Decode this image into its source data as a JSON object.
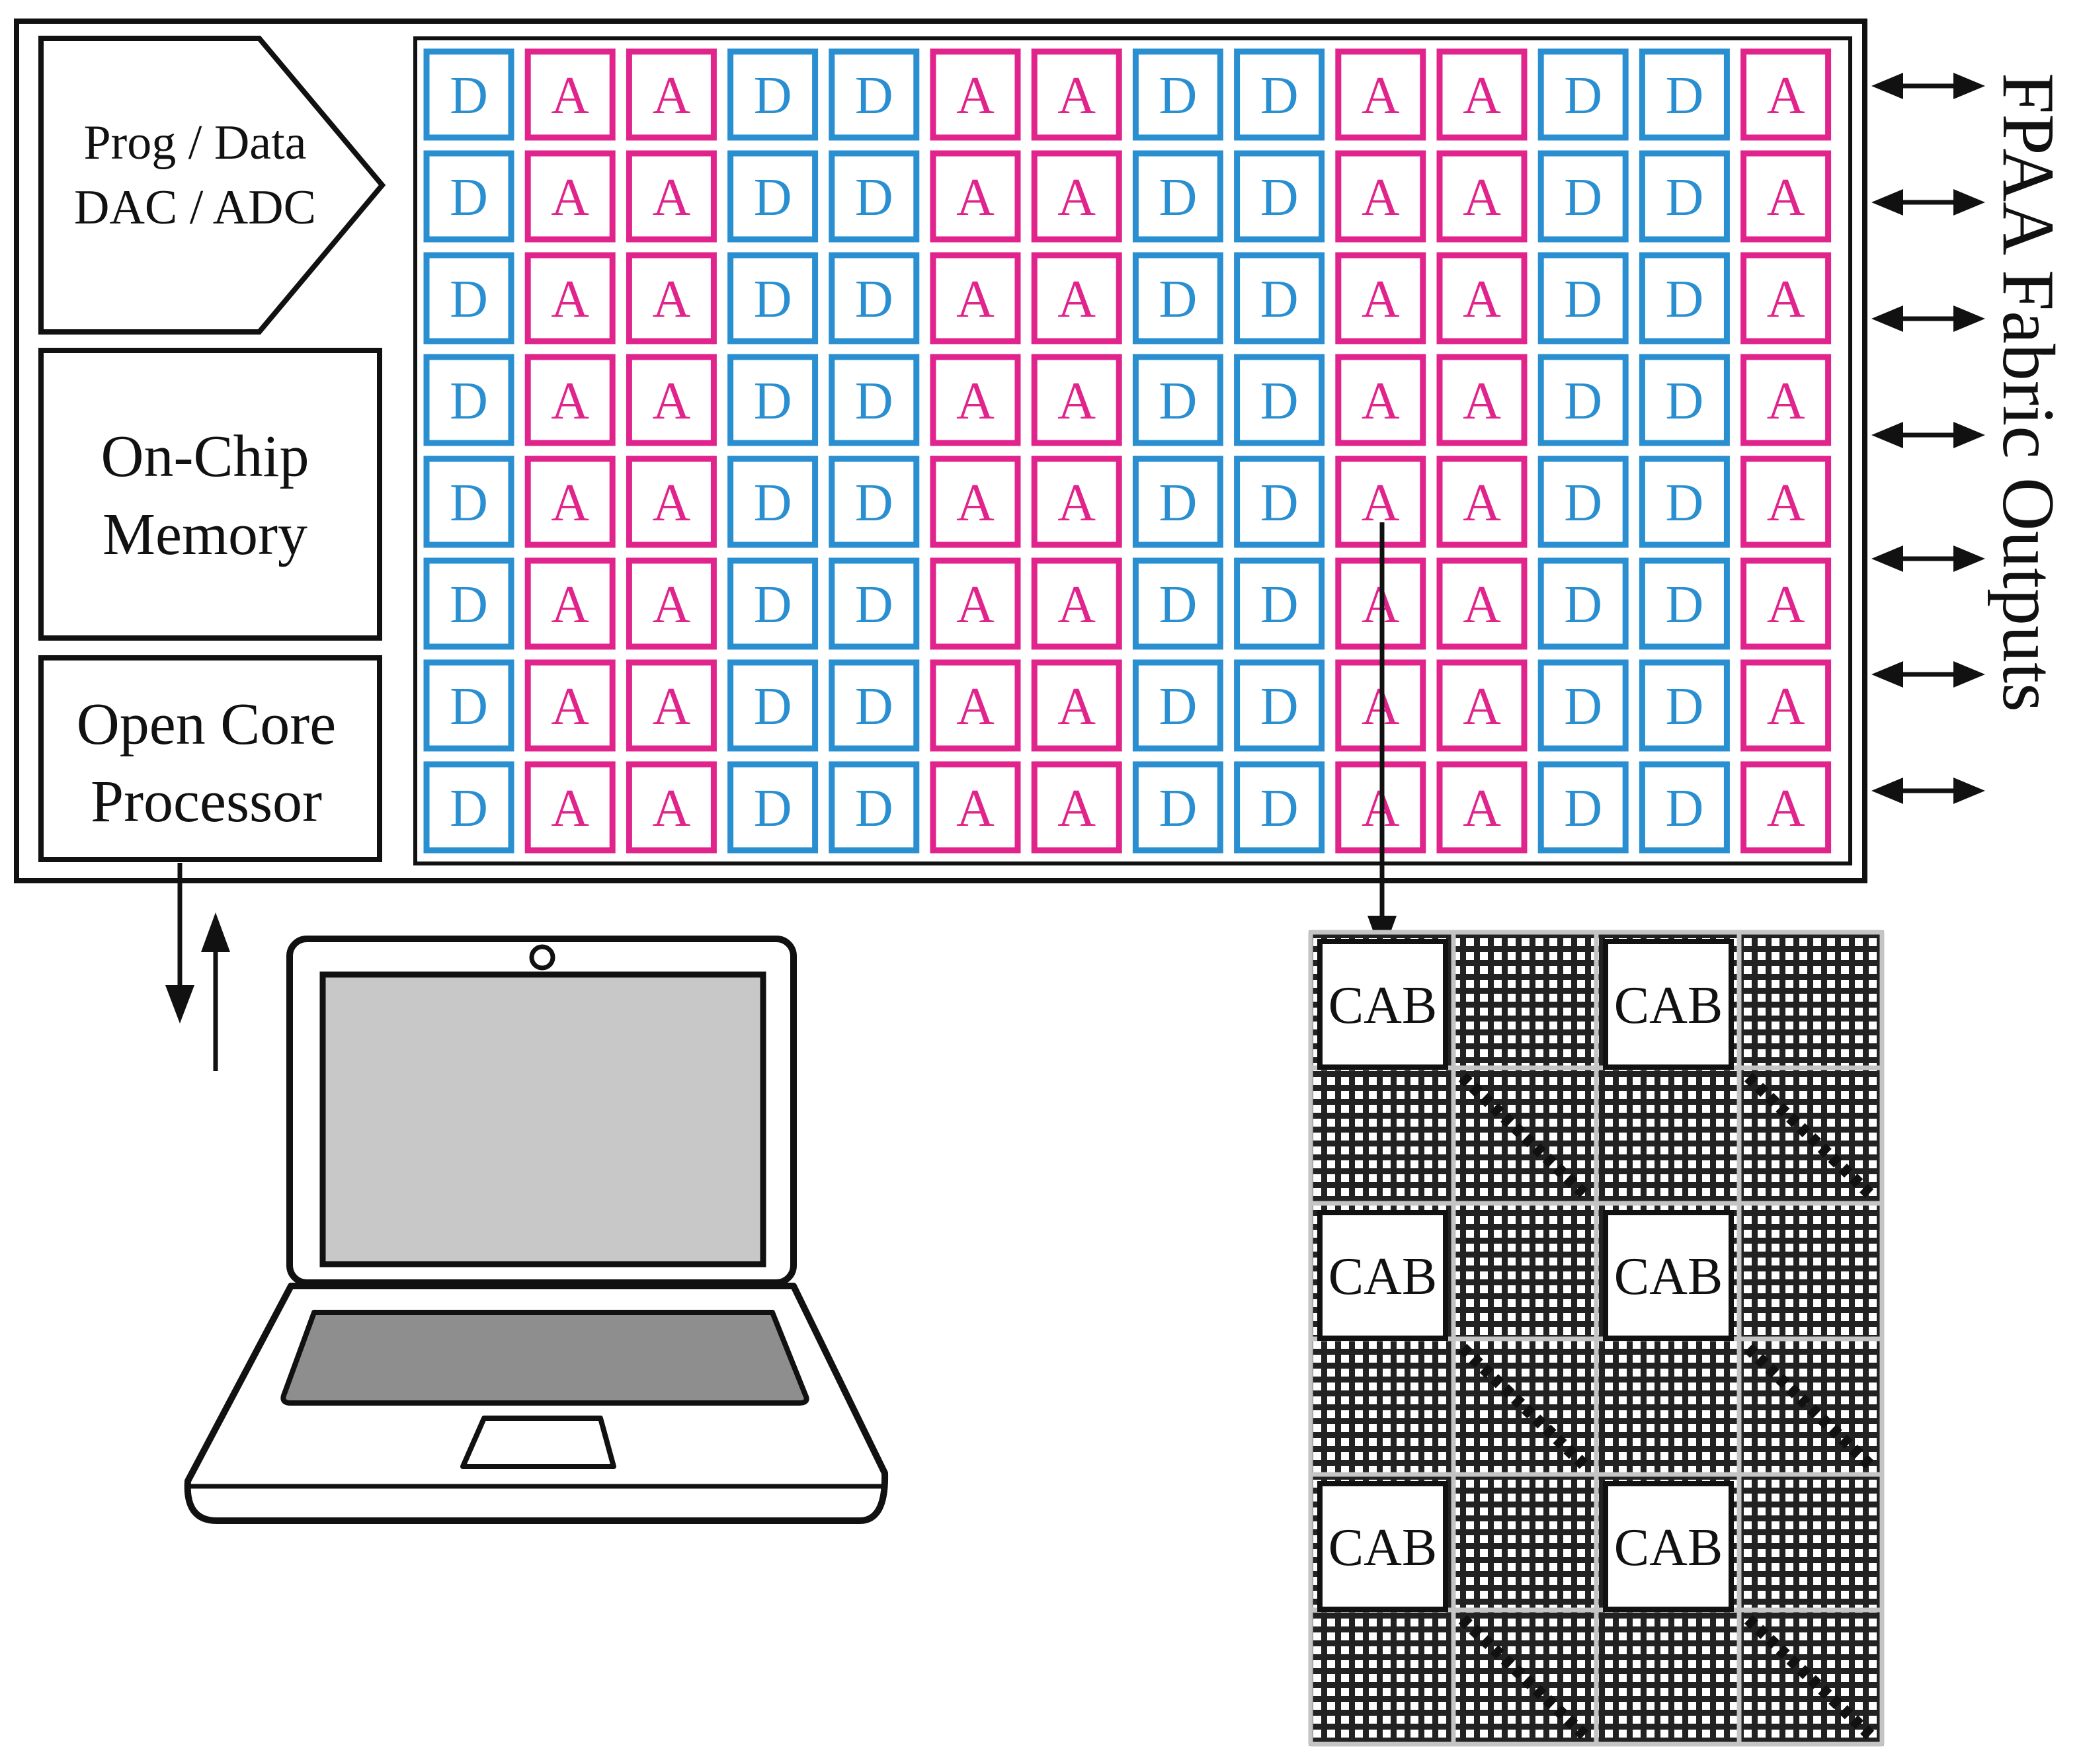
{
  "blocks": {
    "dac_adc_line1": "Prog / Data",
    "dac_adc_line2": "DAC / ADC",
    "memory_line1": "On-Chip",
    "memory_line2": "Memory",
    "processor_line1": "Open Core",
    "processor_line2": "Processor"
  },
  "fabric": {
    "column_types": [
      "D",
      "A",
      "A",
      "D",
      "D",
      "A",
      "A",
      "D",
      "D",
      "A",
      "A",
      "D",
      "D",
      "A"
    ],
    "row_count": 8,
    "outputs_label": "FPAA Fabric Outputs"
  },
  "cab_grid": {
    "label": "CAB",
    "count": 6
  },
  "colors": {
    "digital": "#2a8fd0",
    "analog": "#e0248c",
    "line": "#111111",
    "laptop_screen": "#c8c8c8",
    "laptop_keyboard": "#8e8e8e"
  }
}
